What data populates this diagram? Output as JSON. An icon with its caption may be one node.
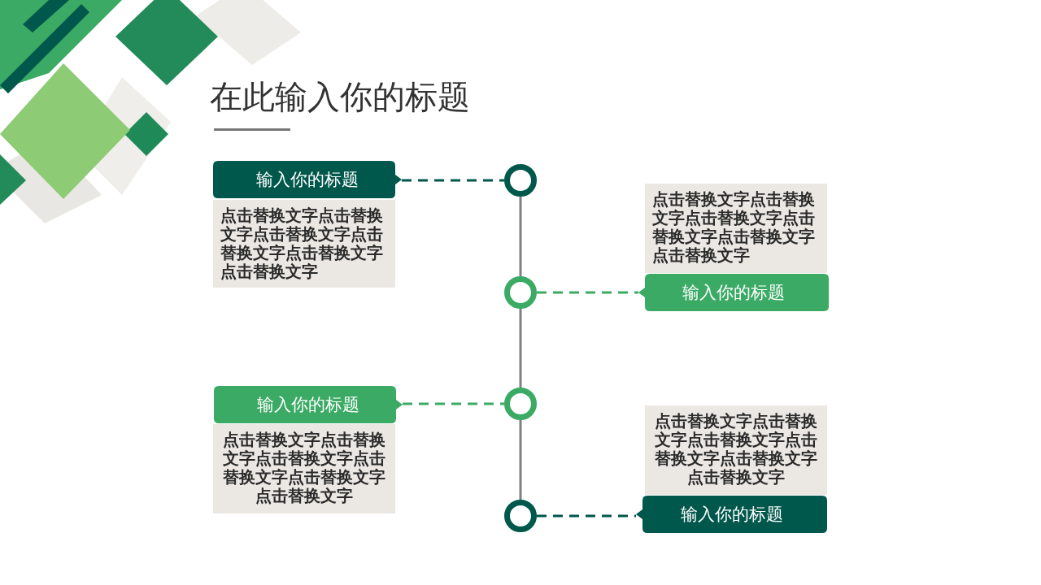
{
  "diagram": {
    "title": "在此输入你的标题",
    "nodes": [
      {
        "text": [
          "输入你的标题"
        ]
      },
      {
        "text": [
          "点击替换文字点击替换文字点击替换文字点击替换文字点击替换文字点击替换文字"
        ]
      },
      {
        "text": [],
        "shape": "circle"
      },
      {
        "text": [
          "点击替换文字点击替换文字点击替换文字点击替换文字点击替换文字点击替换文字"
        ]
      },
      {
        "text": [],
        "shape": "circle"
      },
      {
        "text": [
          "输入你的标题"
        ]
      },
      {
        "text": [
          "输入你的标题"
        ]
      },
      {
        "text": [
          "点击替换文字点击替换文字点击替换文字点击替换文字点击替换文字点击替换文字"
        ]
      },
      {
        "text": [],
        "shape": "circle"
      },
      {
        "text": [
          "点击替换文字点击替换文字点击替换文字点击替换文字点击替换文字点击替换文字"
        ]
      },
      {
        "text": [],
        "shape": "circle"
      },
      {
        "text": [
          "输入你的标题"
        ]
      }
    ],
    "edges": [
      {
        "from": 0,
        "to": 2,
        "arrow": "none",
        "style": "dashed",
        "color": "#00574b"
      },
      {
        "from": 4,
        "to": 5,
        "arrow": "none",
        "style": "dashed",
        "color": "#3aaa64"
      },
      {
        "from": 6,
        "to": 8,
        "arrow": "none",
        "style": "dashed",
        "color": "#3aaa64"
      },
      {
        "from": 10,
        "to": 11,
        "arrow": "none",
        "style": "dashed",
        "color": "#00574b"
      },
      {
        "from": 2,
        "to": 4,
        "arrow": "none"
      },
      {
        "from": 4,
        "to": 8,
        "arrow": "none"
      },
      {
        "from": 8,
        "to": 10,
        "arrow": "none"
      }
    ]
  }
}
